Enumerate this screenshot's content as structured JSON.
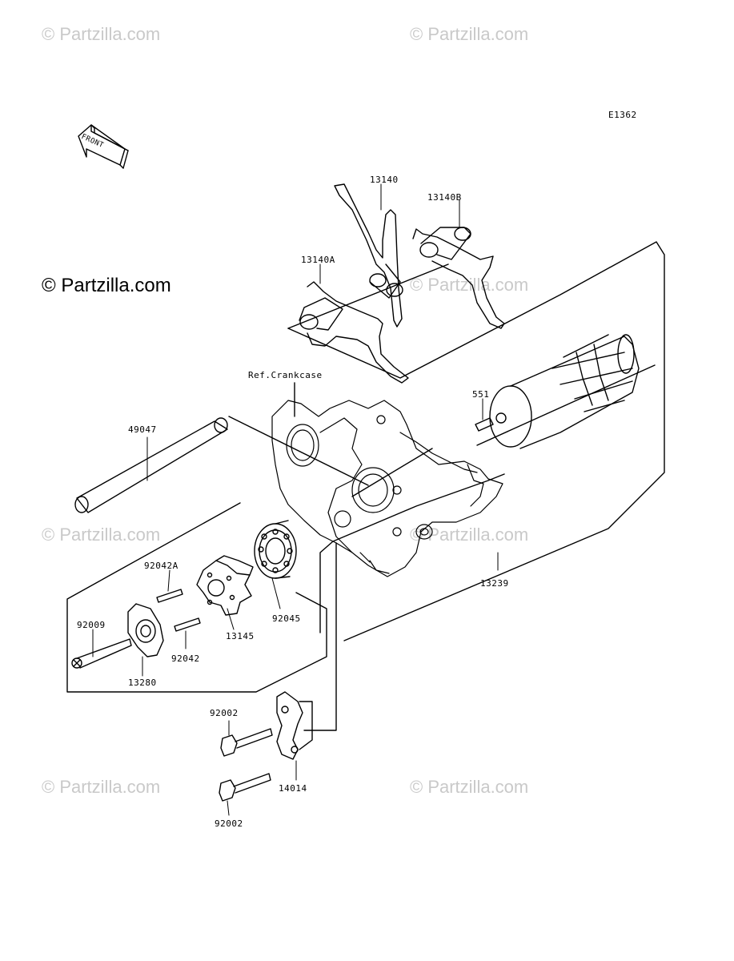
{
  "diagram_code": "E1362",
  "front_badge": "FRONT",
  "ref_label": "Ref.Crankcase",
  "watermark": "© Partzilla.com",
  "parts": {
    "p13140": "13140",
    "p13140A": "13140A",
    "p13140B": "13140B",
    "p49047": "49047",
    "p551": "551",
    "p92042A": "92042A",
    "p92045": "92045",
    "p13239": "13239",
    "p92009": "92009",
    "p13145": "13145",
    "p92042": "92042",
    "p13280": "13280",
    "p92002a": "92002",
    "p14014": "14014",
    "p92002b": "92002"
  },
  "colors": {
    "line": "#000000",
    "watermark": "#c9c9c9",
    "background": "#ffffff"
  }
}
